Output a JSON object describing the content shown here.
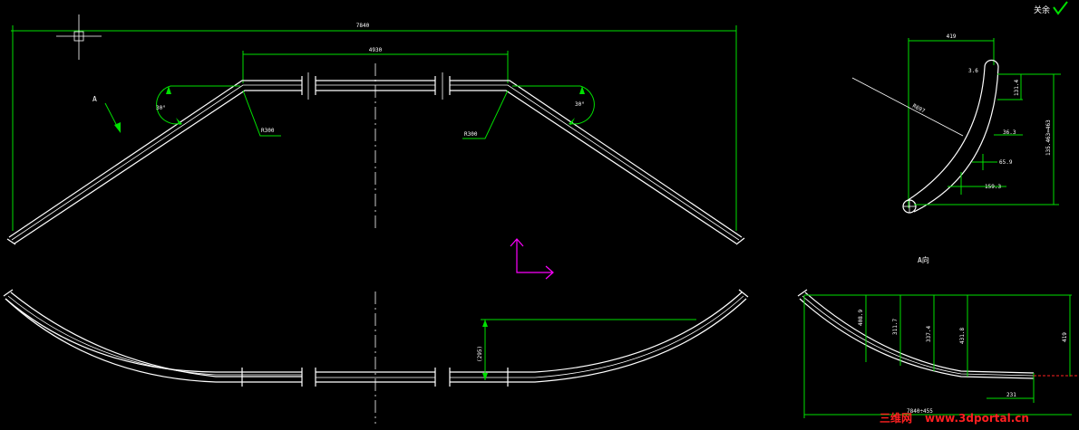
{
  "corner": {
    "label": "关余",
    "check_icon": "check-mark-icon"
  },
  "watermark": {
    "brand": "三维网",
    "url": "www.3dportal.cn"
  },
  "view_label": "A向",
  "top_view": {
    "overall": "7840",
    "middle_span": "4930",
    "angle_left": "30°",
    "angle_right": "30°",
    "radius_left": "R300",
    "radius_right": "R300",
    "arrow_label": "A"
  },
  "bottom_view": {
    "height": "(295)"
  },
  "section_view": {
    "width": "419",
    "radius": "R697",
    "v1": "3.6",
    "v2": "131.4",
    "v3": "36.3",
    "v4": "65.9",
    "v5": "159.3",
    "overall_height": "135.463=463"
  },
  "a_view": {
    "d1": "408.9",
    "d2": "311.7",
    "d3": "337.4",
    "d4": "431.8",
    "d5": "419",
    "bottom_small": "231",
    "bottom_total": "7840÷455"
  },
  "colors": {
    "dimension": "#00e000",
    "geometry": "#ffffff",
    "ucs": "#ff00ff",
    "watermark": "#ff2020",
    "background": "#000000"
  }
}
